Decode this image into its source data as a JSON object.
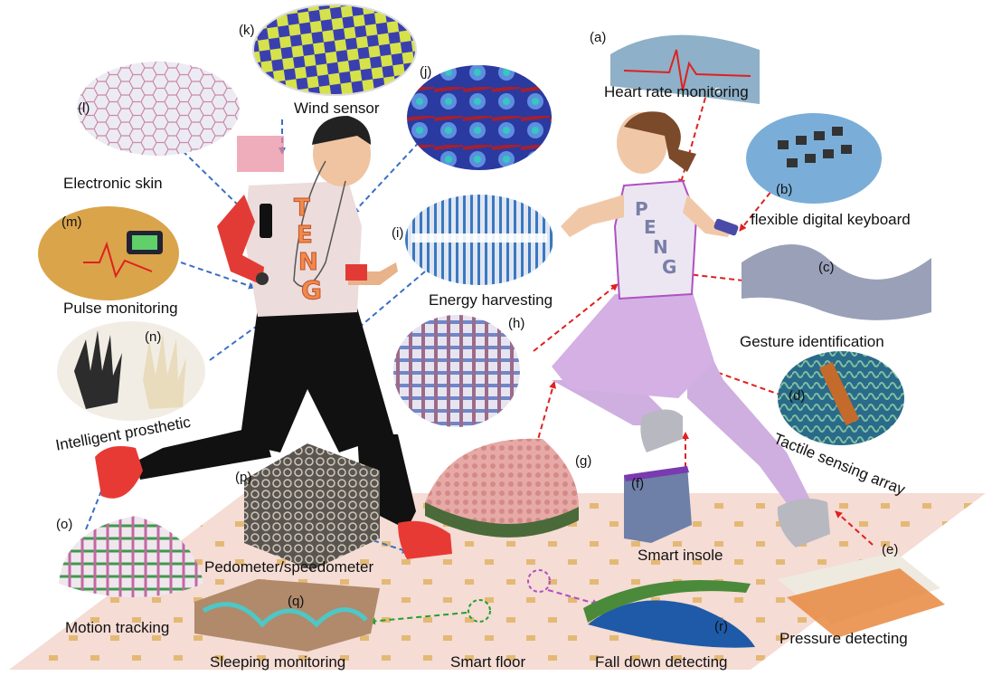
{
  "panels": {
    "a": {
      "letter": "(a)",
      "caption": "Heart rate monitoring",
      "badge": "P"
    },
    "b": {
      "letter": "(b)",
      "caption": "flexible digital keyboard"
    },
    "c": {
      "letter": "(c)",
      "caption": "Gesture identification"
    },
    "d": {
      "letter": "(d)",
      "caption": "Tactile sensing array"
    },
    "e": {
      "letter": "(e)",
      "caption": "Pressure detecting"
    },
    "f": {
      "letter": "(f)",
      "caption": "Smart insole"
    },
    "g": {
      "letter": "(g)"
    },
    "h": {
      "letter": "(h)"
    },
    "i": {
      "letter": "(i)",
      "caption": "Energy harvesting"
    },
    "j": {
      "letter": "(j)"
    },
    "k": {
      "letter": "(k)",
      "caption": "Wind sensor"
    },
    "l": {
      "letter": "(l)",
      "caption": "Electronic skin"
    },
    "m": {
      "letter": "(m)",
      "caption": "Pulse monitoring"
    },
    "n": {
      "letter": "(n)",
      "caption": "Intelligent prosthetic"
    },
    "o": {
      "letter": "(o)",
      "caption": "Motion tracking"
    },
    "p": {
      "letter": "(p)",
      "caption": "Pedometer/speedometer"
    },
    "q": {
      "letter": "(q)",
      "caption": "Sleeping monitoring"
    },
    "r": {
      "letter": "(r)",
      "caption": "Fall down detecting"
    }
  },
  "floor": {
    "caption": "Smart floor"
  },
  "male_runner": {
    "shirt_text": [
      "T",
      "E",
      "N",
      "G"
    ]
  },
  "female_runner": {
    "shirt_text": [
      "P",
      "E",
      "N",
      "G"
    ]
  },
  "colors": {
    "teng_arrow": "#3a6fc4",
    "peng_arrow": "#e02020",
    "floor_arrow_green": "#22a030",
    "floor_arrow_purple": "#b050c0",
    "floor": "#f5dcd4"
  }
}
